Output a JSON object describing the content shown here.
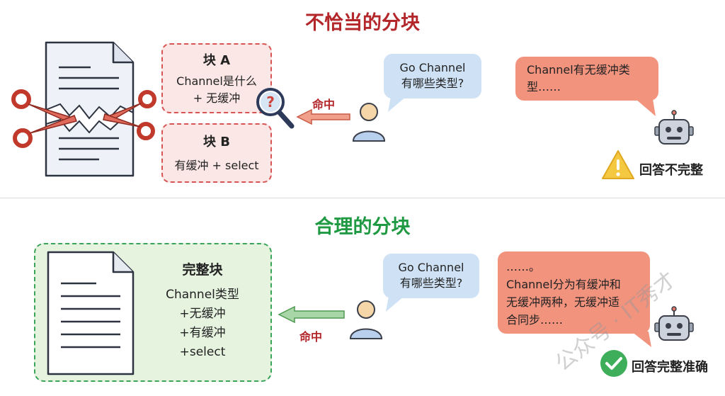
{
  "top": {
    "title": "不恰当的分块",
    "chunk_a": {
      "title": "块 A",
      "line1": "Channel是什么",
      "line2": "+ 无缓冲"
    },
    "chunk_b": {
      "title": "块 B",
      "line1": "有缓冲 + select"
    },
    "hit_label": "命中",
    "question": {
      "line1": "Go Channel",
      "line2": "有哪些类型?"
    },
    "answer": {
      "line1": "Channel有无缓冲类",
      "line2": "型……"
    },
    "result": "回答不完整"
  },
  "bottom": {
    "title": "合理的分块",
    "chunk": {
      "title": "完整块",
      "line1": "Channel类型",
      "line2": "+无缓冲",
      "line3": "+有缓冲",
      "line4": "+select"
    },
    "hit_label": "命中",
    "question": {
      "line1": "Go Channel",
      "line2": "有哪些类型?"
    },
    "answer": {
      "line1": "……。",
      "line2": "Channel分为有缓冲和",
      "line3": "无缓冲两种，无缓冲适",
      "line4": "合同步……"
    },
    "result": "回答完整准确"
  },
  "watermark": "公众号 · IT秀才",
  "colors": {
    "bad": "#b3262a",
    "good": "#1f9a42",
    "bad_chunk_bg": "#fbe7e6",
    "good_chunk_bg": "#e5f3df",
    "question_bg": "#cfe2f5",
    "answer_bg": "#f2937e"
  }
}
